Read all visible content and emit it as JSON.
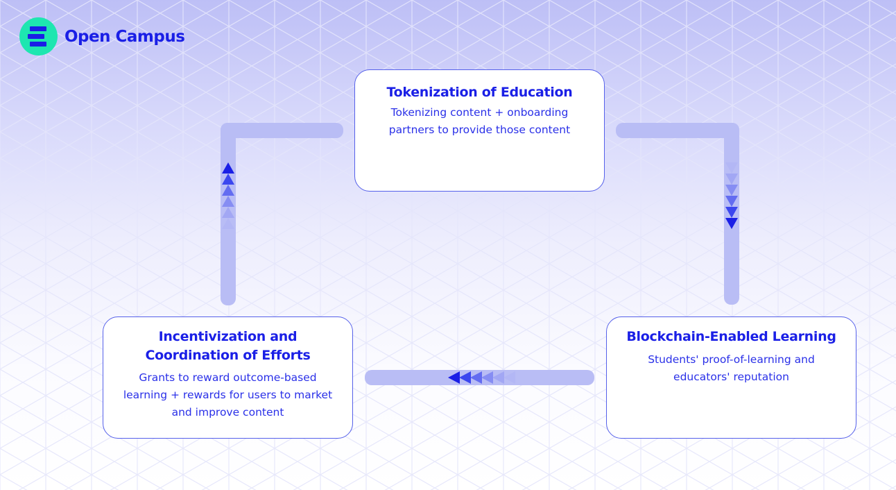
{
  "brand": {
    "name": "Open Campus",
    "logo_icon": "stacked-books-icon",
    "colors": {
      "mark": "#1ee6b0",
      "primary": "#1a1fe6",
      "track": "#b9bdf5",
      "border": "#5560ea"
    }
  },
  "cycle": {
    "nodes": [
      {
        "id": "tokenization",
        "title": "Tokenization of Education",
        "description": "Tokenizing content + onboarding partners to provide those content"
      },
      {
        "id": "blockchain-learning",
        "title": "Blockchain-Enabled Learning",
        "description": "Students' proof-of-learning and educators' reputation"
      },
      {
        "id": "incentivization",
        "title_line1": "Incentivization and",
        "title_line2": "Coordination of Efforts",
        "description_lines": [
          "Grants to reward outcome-based",
          "learning + rewards for users to market",
          "and improve content"
        ]
      }
    ],
    "flows": [
      {
        "from": "tokenization",
        "to": "blockchain-learning",
        "direction": "down"
      },
      {
        "from": "blockchain-learning",
        "to": "incentivization",
        "direction": "left"
      },
      {
        "from": "incentivization",
        "to": "tokenization",
        "direction": "up"
      }
    ]
  },
  "text": {
    "tok_desc_1": "Tokenizing content + onboarding",
    "tok_desc_2": "partners to provide those content",
    "blk_desc_1": "Students' proof-of-learning and",
    "blk_desc_2": "educators' reputation"
  }
}
